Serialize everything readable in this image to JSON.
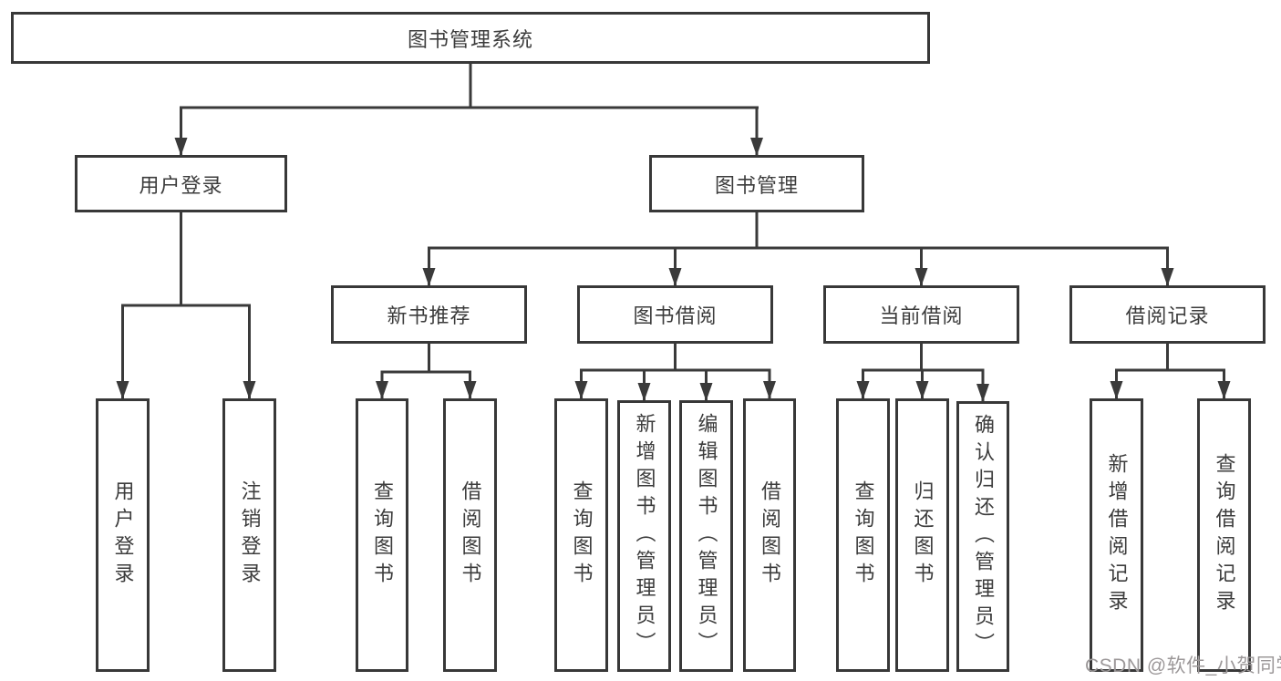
{
  "diagram": {
    "tree": {
      "label": "图书管理系统",
      "children": [
        {
          "label": "用户登录",
          "children": [
            {
              "label": "用户登录"
            },
            {
              "label": "注销登录"
            }
          ]
        },
        {
          "label": "图书管理",
          "children": [
            {
              "label": "新书推荐",
              "children": [
                {
                  "label": "查询图书"
                },
                {
                  "label": "借阅图书"
                }
              ]
            },
            {
              "label": "图书借阅",
              "children": [
                {
                  "label": "查询图书"
                },
                {
                  "label": "新增图书（管理员）"
                },
                {
                  "label": "编辑图书（管理员）"
                },
                {
                  "label": "借阅图书"
                }
              ]
            },
            {
              "label": "当前借阅",
              "children": [
                {
                  "label": "查询图书"
                },
                {
                  "label": "归还图书"
                },
                {
                  "label": "确认归还（管理员）"
                }
              ]
            },
            {
              "label": "借阅记录",
              "children": [
                {
                  "label": "新增借阅记录"
                },
                {
                  "label": "查询借阅记录"
                }
              ]
            }
          ]
        }
      ]
    }
  },
  "watermark": {
    "text": "CSDN @软件_小贺同学"
  },
  "colors": {
    "line": "#3a3a3a",
    "box_border": "#383838",
    "text": "#3c3c3c",
    "background": "#ffffff",
    "watermark": "#9c9899"
  }
}
